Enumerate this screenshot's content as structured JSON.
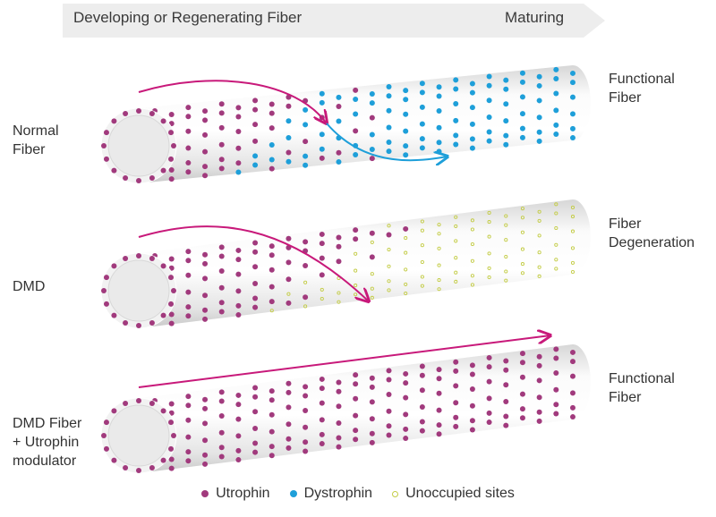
{
  "header": {
    "left_label": "Developing or Regenerating Fiber",
    "right_label": "Maturing"
  },
  "rows": [
    {
      "left_label": "Normal\nFiber",
      "right_label": "Functional\nFiber",
      "pattern": "normal"
    },
    {
      "left_label": "DMD",
      "right_label": "Fiber\nDegeneration",
      "pattern": "dmd"
    },
    {
      "left_label": "DMD Fiber\n+ Utrophin\nmodulator",
      "right_label": "Functional\nFiber",
      "pattern": "utrophin"
    }
  ],
  "legend": [
    {
      "label": "Utrophin",
      "color": "#a13a7d",
      "style": "filled"
    },
    {
      "label": "Dystrophin",
      "color": "#1e9fd9",
      "style": "filled"
    },
    {
      "label": "Unoccupied sites",
      "color": "#c3cc45",
      "style": "open"
    }
  ],
  "colors": {
    "utrophin": "#a13a7d",
    "dystrophin": "#1e9fd9",
    "unoccupied": "#c3cc45",
    "arrow_pink": "#c8197a",
    "arrow_blue": "#1e9fd9",
    "header_bar": "#ededed"
  }
}
